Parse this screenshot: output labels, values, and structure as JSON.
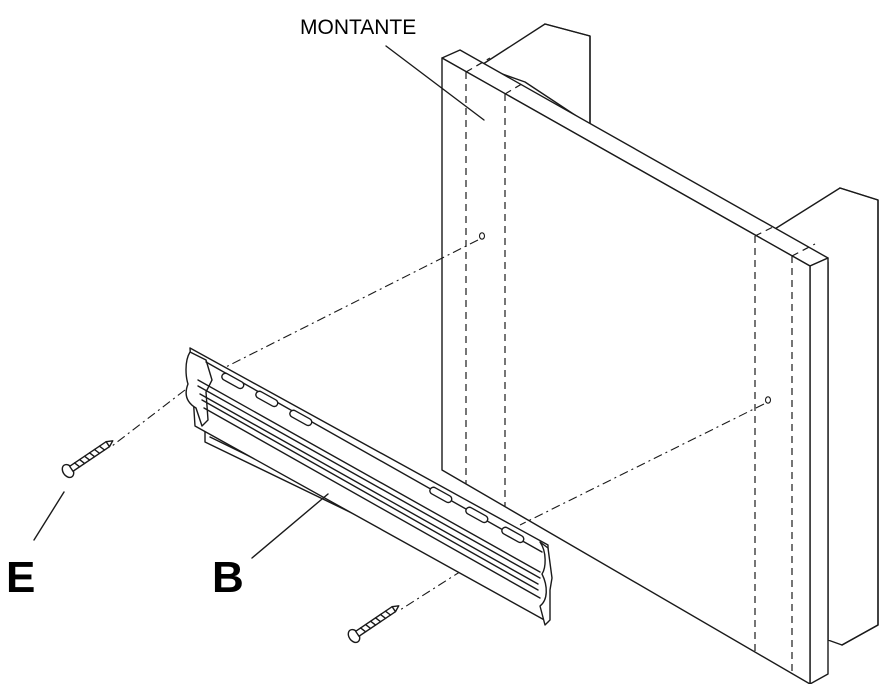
{
  "labels": {
    "stud": "MONTANTE",
    "bracket": "B",
    "screw": "E"
  }
}
